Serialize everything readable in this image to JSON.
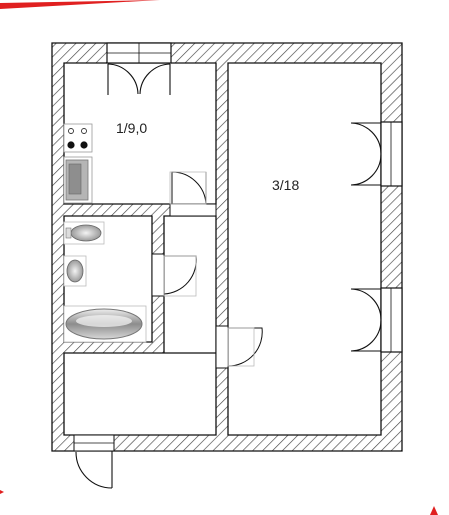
{
  "rooms": [
    {
      "id": "kitchen",
      "label": "1/9,0"
    },
    {
      "id": "living-room",
      "label": "3/18"
    }
  ],
  "colors": {
    "wall_hatch": "#444444",
    "wall_outline": "#111111",
    "fixture_gray": "#9a9a9a",
    "accent_red": "#e02020"
  },
  "icons": [
    "stove-icon",
    "sink-icon",
    "toilet-icon",
    "washbasin-icon",
    "bathtub-icon",
    "door-icon",
    "window-icon"
  ]
}
